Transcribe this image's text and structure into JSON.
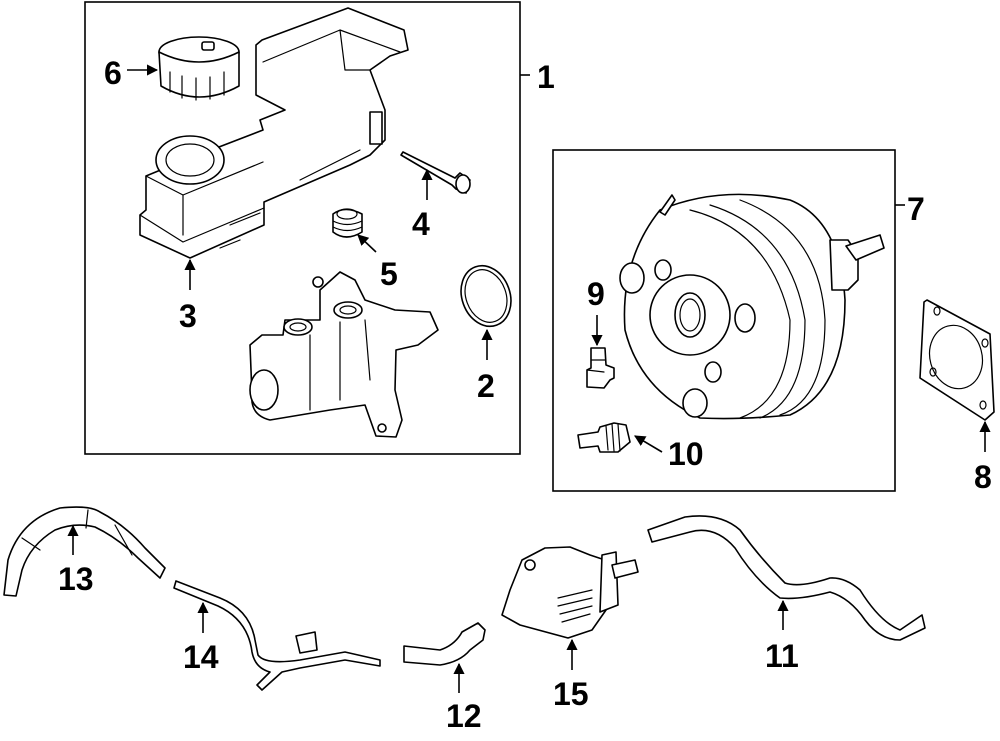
{
  "diagram": {
    "type": "exploded-parts-diagram",
    "subject": "brake master cylinder and vacuum booster assembly",
    "groups": [
      {
        "callout": "1",
        "name": "master-cylinder-assembly",
        "members": [
          "2",
          "3",
          "4",
          "5",
          "6"
        ]
      },
      {
        "callout": "7",
        "name": "brake-booster-assembly",
        "members": [
          "9",
          "10"
        ]
      }
    ],
    "callouts": {
      "c1": "1",
      "c2": "2",
      "c3": "3",
      "c4": "4",
      "c5": "5",
      "c6": "6",
      "c7": "7",
      "c8": "8",
      "c9": "9",
      "c10": "10",
      "c11": "11",
      "c12": "12",
      "c13": "13",
      "c14": "14",
      "c15": "15"
    },
    "parts": [
      {
        "callout": "1",
        "part": "master-cylinder"
      },
      {
        "callout": "2",
        "part": "o-ring-seal"
      },
      {
        "callout": "3",
        "part": "fluid-reservoir"
      },
      {
        "callout": "4",
        "part": "reservoir-pin"
      },
      {
        "callout": "5",
        "part": "reservoir-grommet"
      },
      {
        "callout": "6",
        "part": "reservoir-cap"
      },
      {
        "callout": "7",
        "part": "brake-booster"
      },
      {
        "callout": "8",
        "part": "booster-gasket"
      },
      {
        "callout": "9",
        "part": "vacuum-sensor"
      },
      {
        "callout": "10",
        "part": "check-valve"
      },
      {
        "callout": "11",
        "part": "vacuum-hose"
      },
      {
        "callout": "12",
        "part": "vacuum-hose"
      },
      {
        "callout": "13",
        "part": "vacuum-hose"
      },
      {
        "callout": "14",
        "part": "vacuum-tube"
      },
      {
        "callout": "15",
        "part": "vacuum-pump"
      }
    ]
  }
}
